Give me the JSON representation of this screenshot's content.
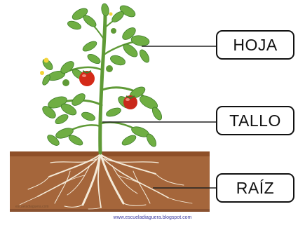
{
  "labels": {
    "hoja": "HOJA",
    "tallo": "TALLO",
    "raiz": "RAÍZ"
  },
  "caption": "www.escueladiaguera.blogspot.com",
  "watermark": "escueladiaguera.com",
  "colors": {
    "soil": "#a5663b",
    "soil_top": "#8e4f28",
    "roots": "#f4ead8",
    "stem": "#5f9a36",
    "leaf": "#6fae43",
    "leaf_dark": "#3f7d2a",
    "tomato": "#d42a18",
    "connector": "#222222",
    "box_border": "#111111"
  }
}
